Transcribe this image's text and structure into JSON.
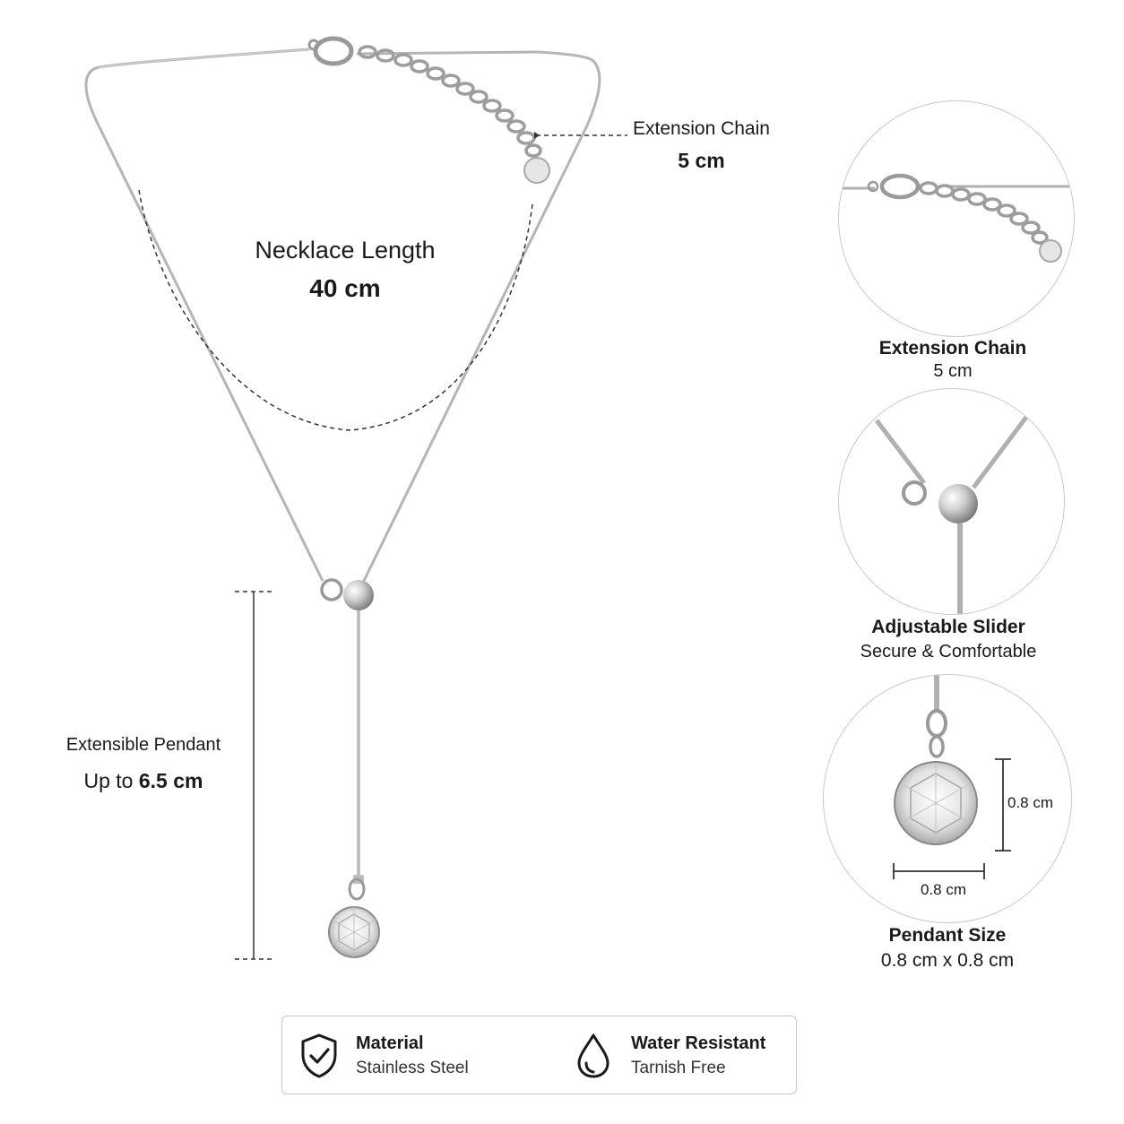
{
  "main": {
    "necklace_length_label": "Necklace Length",
    "necklace_length_value": "40 cm",
    "extension_label": "Extension Chain",
    "extension_value": "5 cm",
    "pendant_label": "Extensible Pendant",
    "pendant_prefix": "Up to ",
    "pendant_value": "6.5 cm"
  },
  "details": [
    {
      "title": "Extension Chain",
      "subtitle": "5 cm"
    },
    {
      "title": "Adjustable Slider",
      "subtitle": "Secure & Comfortable"
    },
    {
      "title": "Pendant Size",
      "subtitle": "0.8 cm x 0.8 cm",
      "height_label": "0.8 cm",
      "width_label": "0.8 cm"
    }
  ],
  "features": [
    {
      "title": "Material",
      "subtitle": "Stainless Steel",
      "icon": "shield-check-icon"
    },
    {
      "title": "Water Resistant",
      "subtitle": "Tarnish Free",
      "icon": "water-drop-icon"
    }
  ],
  "colors": {
    "text": "#1a1a1a",
    "metal": "#b8b8b8",
    "border": "#c8c8c8"
  }
}
